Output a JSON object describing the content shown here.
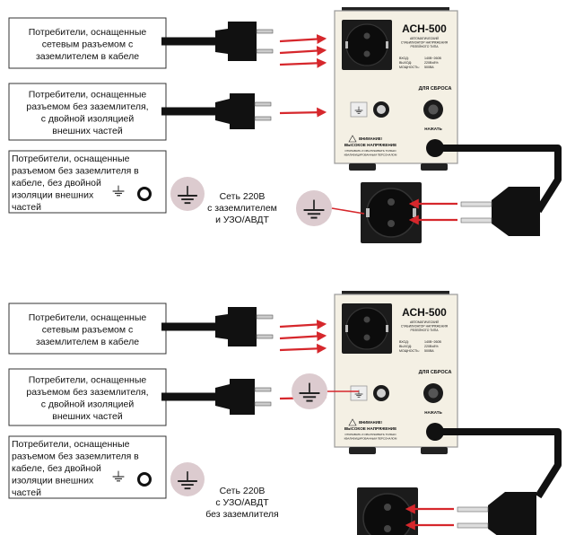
{
  "panels": [
    {
      "boxes": [
        {
          "lines": [
            "Потребители, оснащенные",
            "сетевым разъемом с",
            "заземлителем в кабеле"
          ],
          "align": "center"
        },
        {
          "lines": [
            "Потребители, оснащенные",
            "разъемом без заземлителя,",
            "с двойной изоляцией",
            "внешних частей"
          ],
          "align": "center"
        },
        {
          "lines": [
            "Потребители, оснащенные",
            "разъемом без заземлителя в",
            "кабеле, без двойной",
            "изоляции внешних",
            "частей"
          ],
          "align": "left"
        }
      ],
      "network_label": [
        "Сеть 220В",
        "с заземлителем",
        "и УЗО/АВДТ"
      ],
      "grounded": true
    },
    {
      "boxes": [
        {
          "lines": [
            "Потребители, оснащенные",
            "сетевым разъемом с",
            "заземлителем в кабеле"
          ],
          "align": "center"
        },
        {
          "lines": [
            "Потребители, оснащенные",
            "разъемом без заземлителя,",
            "с двойной изоляцией",
            "внешних частей"
          ],
          "align": "center"
        },
        {
          "lines": [
            "Потребители, оснащенные",
            "разъемом без заземлителя в",
            "кабеле, без двойной",
            "изоляции внешних",
            "частей"
          ],
          "align": "left"
        }
      ],
      "network_label": [
        "Сеть 220В",
        "с УЗО/АВДТ",
        "без заземлителя"
      ],
      "grounded": false
    }
  ],
  "stabilizer": {
    "model": "АСН-500",
    "subtitle": [
      "АВТОМАТИЧЕСКИЙ",
      "СТАБИЛИЗАТОР НАПРЯЖЕНИЯ",
      "РЕЛЕЙНОГО ТИПА"
    ],
    "specs": [
      "ВХОД:",
      "140В~260В",
      "ВЫХОД:",
      "220В±8%",
      "МОЩНОСТЬ:",
      "500ВА"
    ],
    "reset_label": "ДЛЯ СБРОСА",
    "press_label": "НАЖАТЬ",
    "warning_title": "ВНИМАНИЕ!",
    "warning_sub": "ВЫСОКОЕ НАПРЯЖЕНИЕ",
    "warning_note": [
      "ОТКРЫВАТЬ И ОБСЛУЖИВАТЬ ТОЛЬКО",
      "КВАЛИФИЦИРОВАННЫМ ПЕРСОНАЛОМ"
    ]
  },
  "colors": {
    "arrow": "#d6272c",
    "housing": "#f4f0e4",
    "ground_circle": "#dccbcf",
    "cable": "#111111"
  }
}
